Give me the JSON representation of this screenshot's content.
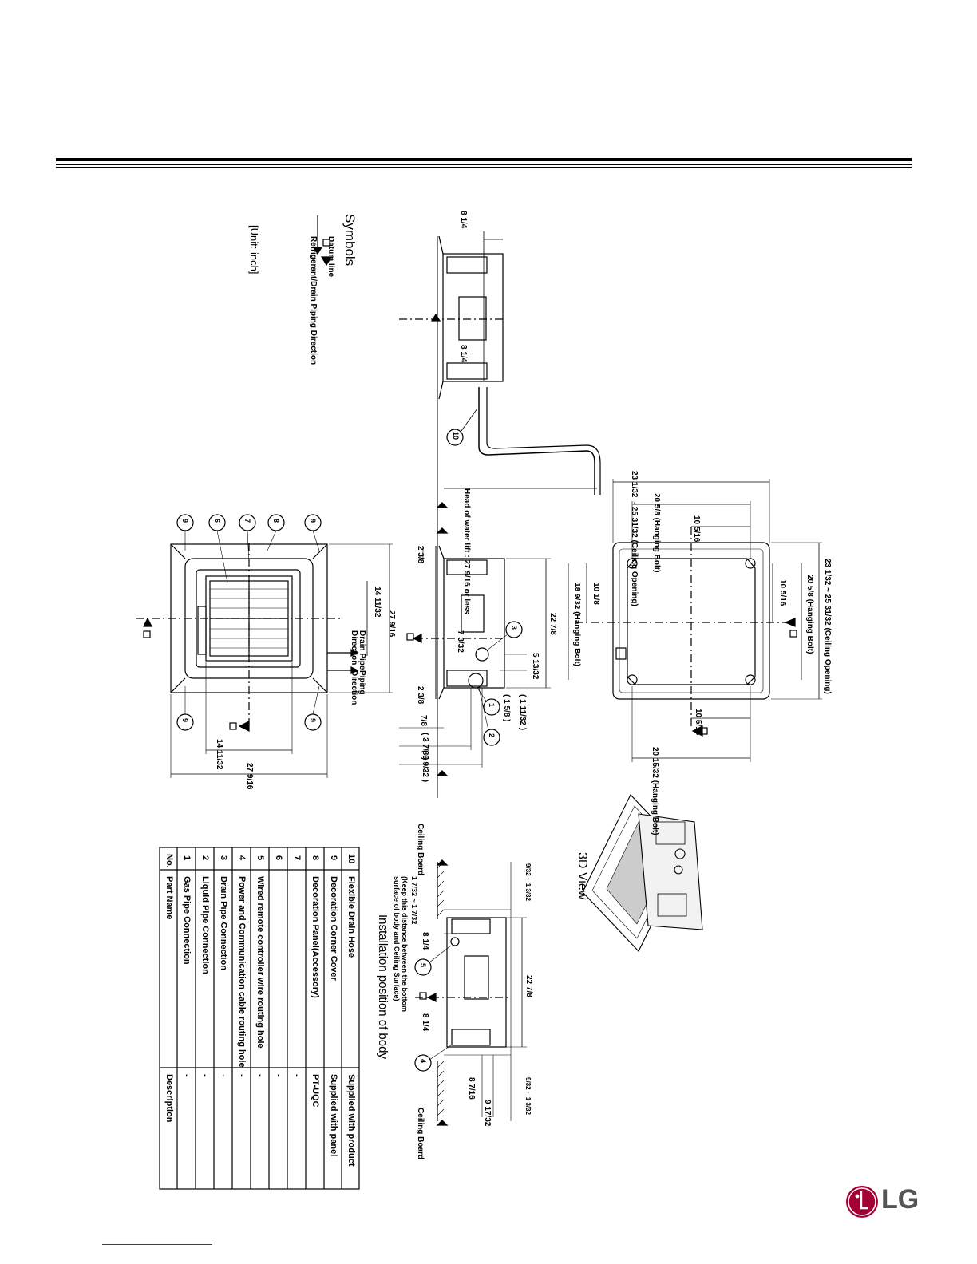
{
  "symbols": {
    "title": "Symbols",
    "datum_line": "Datum line",
    "piping_direction": "Refrigerant/Drain Piping Direction",
    "unit": "[Unit: inch]"
  },
  "top_view": {
    "dim_width": "27 9/16",
    "dim_height": "27 9/16",
    "dim_inner_h": "14 11/32",
    "dim_inner_w": "14 11/32",
    "label_drain": "Drain Pipe Direction",
    "label_piping": "Piping Direction",
    "markers": [
      "9",
      "6",
      "7",
      "8",
      "9",
      "9",
      "9"
    ]
  },
  "side_view": {
    "dim_top_height": "8 1/4",
    "dim_mid": "8 1/4",
    "head_of_water_lift": "Head of water lift :  27 9/16  or less",
    "marker_hose": "10"
  },
  "front_view": {
    "dim_a": "2 3/8",
    "dim_b": "7 3/32",
    "dim_c": "22 7/8",
    "dim_d": "5 13/32",
    "dim_e": "2 3/8",
    "dim_f": "7/8",
    "dim_g": "( 3 7/8 )",
    "dim_h": "( 6 9/32 )",
    "dim_i": "( 1 5/8 )",
    "dim_j": "( 1 11/32 )",
    "markers": [
      "3",
      "1",
      "2"
    ]
  },
  "ceiling_view": {
    "opening_top": "23 1/32  ~  25 31/32  (Ceiling Opening)",
    "hanging_bolt_top": "20 5/8  (Hanging Bolt)",
    "half_top": "10 5/16",
    "opening_right": "23 1/32  ~  25 31/32  (Ceiling Opening)",
    "hanging_bolt_right": "20 5/8  (Hanging Bolt)",
    "half_right": "10 5/16",
    "hanging_bolt_left": "18 9/32  (Hanging Bolt)",
    "half_left": "10 1/8",
    "half_bottom": "10 5/16",
    "hanging_bolt_bottom": "20 15/32  (Hanging Bolt)"
  },
  "view_3d": {
    "label": "3D View"
  },
  "installation": {
    "title": "Installation position of body",
    "ceiling_board": "Ceiling Board",
    "ceiling_board_2": "Ceiling Board",
    "keep_note_1": "(Keep this distance between the bottom",
    "keep_note_2": "surface of body and Ceiling Surface)",
    "dim_gap": "1 7/32  ~  1 7/32",
    "dim_left": "8 1/4",
    "dim_center": "22 7/8",
    "dim_right": "8 1/4",
    "dim_right2": "8 7/16",
    "dim_right3": "9 17/32",
    "dim_tiny_1": "9/32  ~  1 3/32",
    "dim_tiny_2": "9/32  ~  1 3/32",
    "markers": [
      "5",
      "4"
    ]
  },
  "parts_table": {
    "headers": {
      "no": "No.",
      "name": "Part Name",
      "desc": "Description"
    },
    "rows": [
      {
        "no": "10",
        "name": "Flexible Drain Hose",
        "desc": "Supplied with product"
      },
      {
        "no": "9",
        "name": "Decoration Corner Cover",
        "desc": "Supplied with panel"
      },
      {
        "no": "8",
        "name": "Decoration Panel(Accessory)",
        "desc": "PT-UQC"
      },
      {
        "no": "7",
        "name": "",
        "desc": "-"
      },
      {
        "no": "6",
        "name": "",
        "desc": "-"
      },
      {
        "no": "5",
        "name": "Wired remote controller wire routing hole",
        "desc": "-"
      },
      {
        "no": "4",
        "name": "Power and Communication cable routing hole",
        "desc": "-"
      },
      {
        "no": "3",
        "name": "Drain Pipe Connection",
        "desc": "-"
      },
      {
        "no": "2",
        "name": "Liquid Pipe Connection",
        "desc": "-"
      },
      {
        "no": "1",
        "name": "Gas Pipe Connection",
        "desc": "-"
      }
    ]
  },
  "brand": {
    "logo_text": "LG",
    "logo_color": "#a50034"
  }
}
